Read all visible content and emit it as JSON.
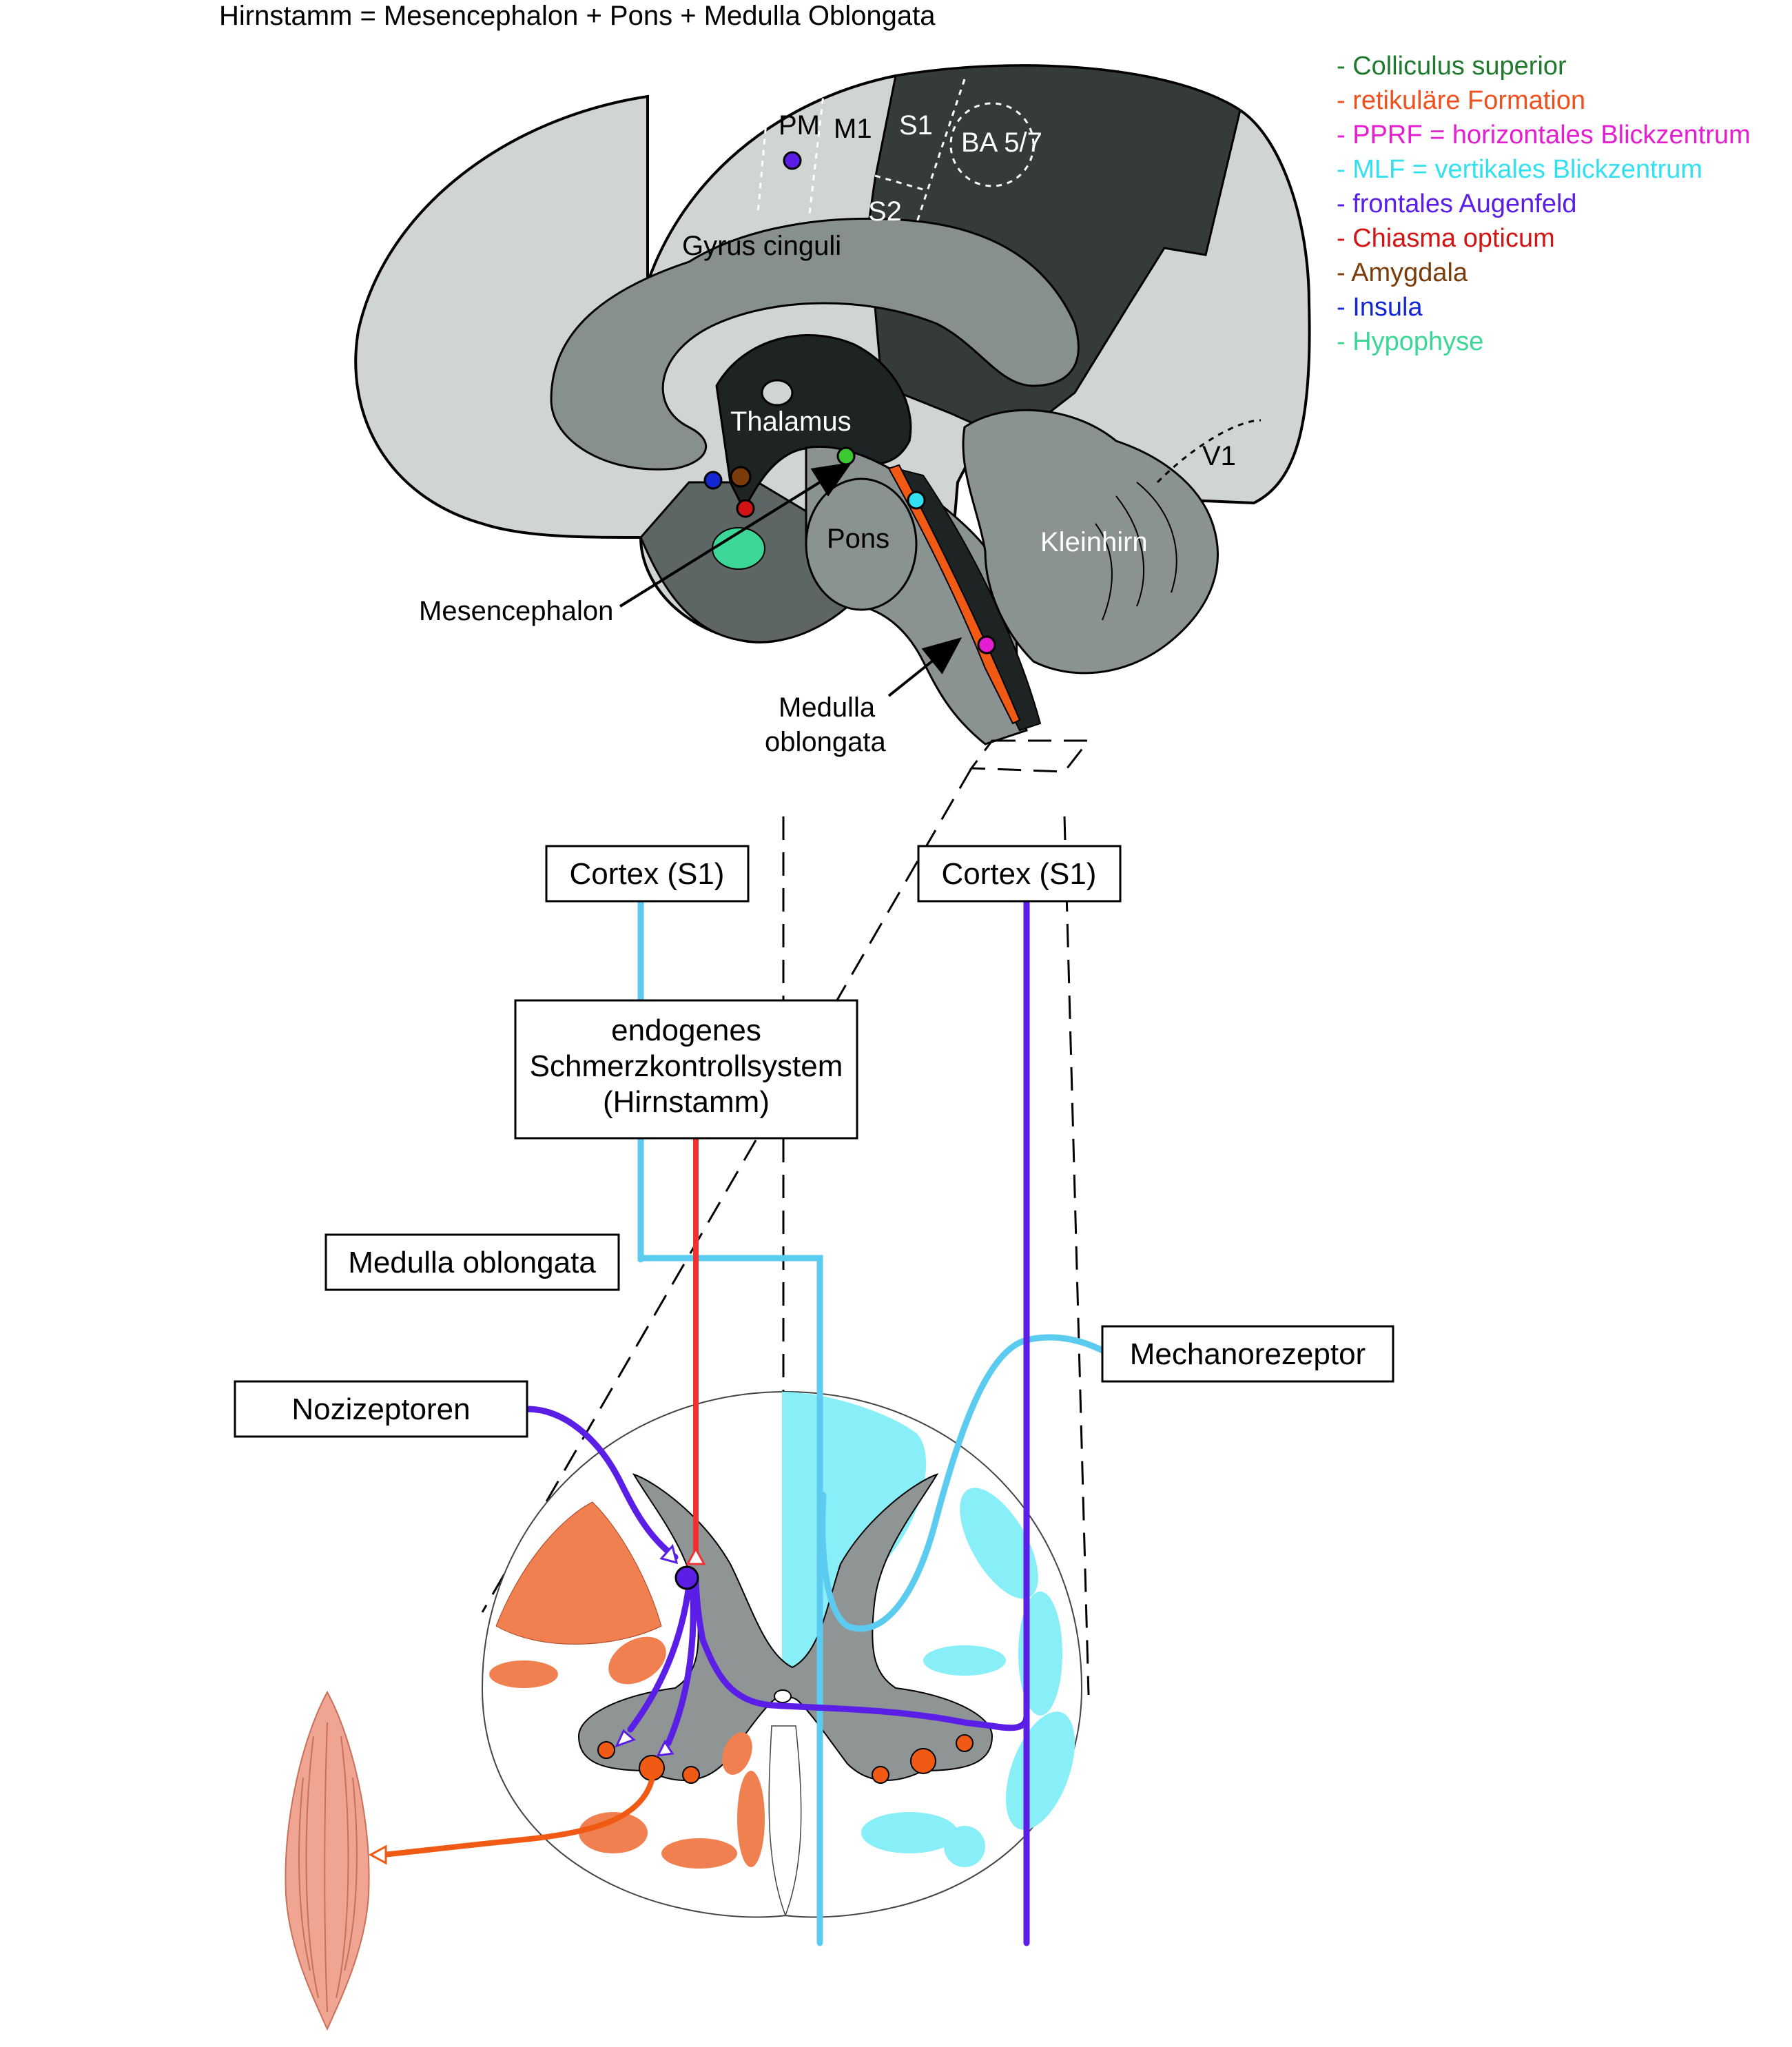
{
  "title": "Hirnstamm = Mesencephalon + Pons + Medulla Oblongata",
  "legend": [
    {
      "text": "- Colliculus superior",
      "color": "#1f7a2e"
    },
    {
      "text": "- retikuläre Formation",
      "color": "#f0501e"
    },
    {
      "text": "- PPRF = horizontales Blickzentrum",
      "color": "#e61ed2"
    },
    {
      "text": "- MLF = vertikales Blickzentrum",
      "color": "#33e0f0"
    },
    {
      "text": "- frontales Augenfeld",
      "color": "#5a1ee6"
    },
    {
      "text": "- Chiasma opticum",
      "color": "#d21414"
    },
    {
      "text": "- Amygdala",
      "color": "#7a3c0a"
    },
    {
      "text": "- Insula",
      "color": "#1428d2"
    },
    {
      "text": "- Hypophyse",
      "color": "#3cd696"
    }
  ],
  "brain_labels": {
    "pm": "PM",
    "m1": "M1",
    "s1": "S1",
    "s2": "S2",
    "ba": "BA 5/7",
    "gyrus": "Gyrus cinguli",
    "thalamus": "Thalamus",
    "pons": "Pons",
    "kleinhirn": "Kleinhirn",
    "v1": "V1",
    "mesencephalon": "Mesencephalon",
    "medulla_line1": "Medulla",
    "medulla_line2": "oblongata"
  },
  "boxes": {
    "cortex_left": "Cortex (S1)",
    "cortex_right": "Cortex (S1)",
    "endogen_line1": "endogenes",
    "endogen_line2": "Schmerzkontrollsystem",
    "endogen_line3": "(Hirnstamm)",
    "medulla": "Medulla oblongata",
    "mechanorezeptor": "Mechanorezeptor",
    "nozizeptoren": "Nozizeptoren"
  },
  "colors": {
    "light_blue_path": "#5ccbf0",
    "red_path": "#f03232",
    "violet_path": "#5a1ee6",
    "orange_path": "#f05a14"
  }
}
